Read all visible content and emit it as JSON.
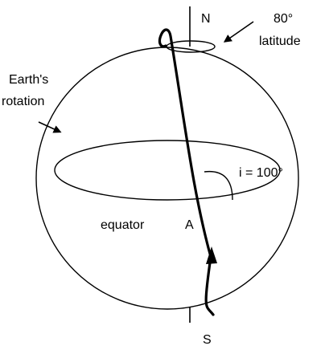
{
  "labels": {
    "north": "N",
    "south": "S",
    "latitude_value": "80°",
    "latitude_word": "latitude",
    "rotation_line1": "Earth's",
    "rotation_line2": "rotation",
    "inclination": "i = 100°",
    "equator": "equator",
    "node": "A"
  },
  "colors": {
    "line": "#000000",
    "background": "#ffffff"
  }
}
